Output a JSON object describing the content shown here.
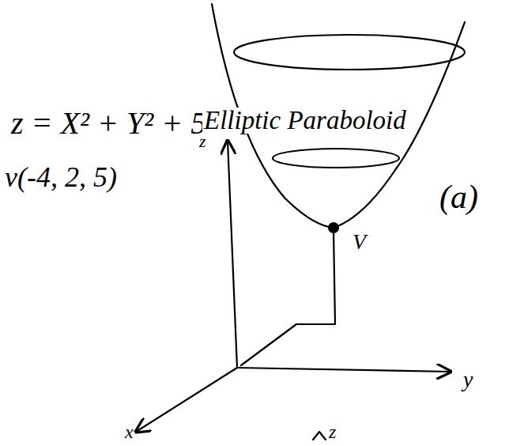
{
  "diagram": {
    "labels": [
      "z = X² + Y² + 5",
      "Elliptic Paraboloid",
      "v(-4, 2, 5)",
      "(a)",
      "V",
      "z",
      "y",
      "x",
      "z"
    ]
  }
}
